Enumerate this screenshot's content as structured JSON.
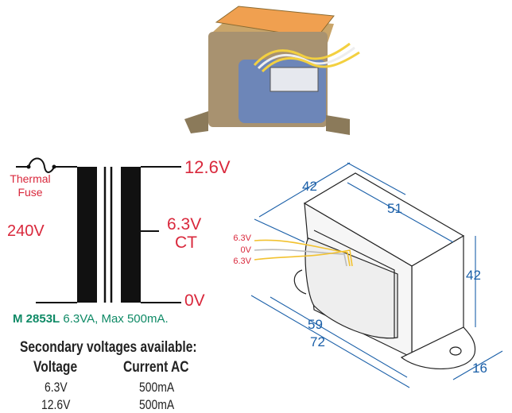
{
  "schematic": {
    "fuse_label_1": "Thermal",
    "fuse_label_2": "Fuse",
    "primary_voltage": "240V",
    "tap_top": "12.6V",
    "tap_center": "6.3V",
    "tap_center_sub": "CT",
    "tap_bottom": "0V"
  },
  "model": {
    "code": "M 2853L",
    "spec": "6.3VA, Max 500mA."
  },
  "table": {
    "heading": "Secondary voltages available:",
    "columns": [
      "Voltage",
      "Current AC"
    ],
    "rows": [
      [
        "6.3V",
        "500mA"
      ],
      [
        "12.6V",
        "500mA"
      ]
    ]
  },
  "dimensions": {
    "depth": "42",
    "length_top": "51",
    "height": "42",
    "mount_spacing": "59",
    "overall_length": "72",
    "foot_width": "16",
    "wires": [
      "6.3V",
      "0V",
      "6.3V"
    ]
  },
  "colors": {
    "red": "#d9283c",
    "green": "#0f8a66",
    "dim_blue": "#1a5fa8"
  }
}
